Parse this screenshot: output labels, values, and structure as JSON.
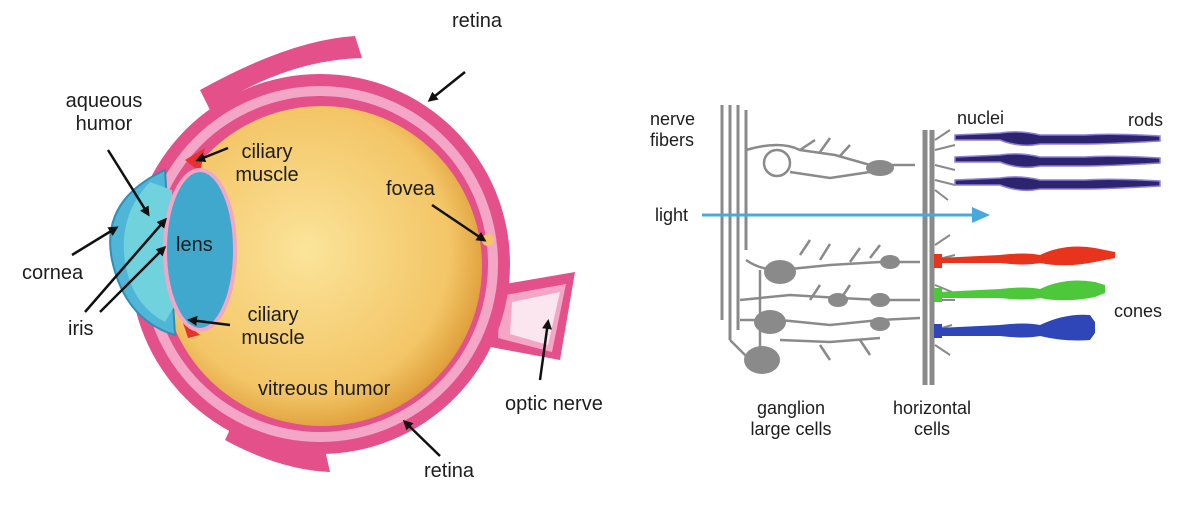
{
  "eye": {
    "labels": {
      "retina_top": "retina",
      "aqueous_line1": "aqueous",
      "aqueous_line2": "humor",
      "ciliary_top_line1": "ciliary",
      "ciliary_top_line2": "muscle",
      "fovea": "fovea",
      "lens": "lens",
      "cornea": "cornea",
      "iris": "iris",
      "ciliary_bottom_line1": "ciliary",
      "ciliary_bottom_line2": "muscle",
      "vitreous": "vitreous humor",
      "optic_nerve": "optic nerve",
      "retina_bottom": "retina"
    },
    "colors": {
      "sclera": "#e4508a",
      "sclera_light": "#f4a6c6",
      "vitreous": "#f3c566",
      "cornea": "#4fb6d8",
      "iris": "#5cc4d4",
      "lens": "#3fa8cc",
      "ciliary": "#e8322e"
    }
  },
  "retina": {
    "labels": {
      "nerve_line1": "nerve",
      "nerve_line2": "fibers",
      "nuclei": "nuclei",
      "rods": "rods",
      "light": "light",
      "cones": "cones",
      "ganglion_line1": "ganglion",
      "ganglion_line2": "large cells",
      "horizontal_line1": "horizontal",
      "horizontal_line2": "cells"
    },
    "colors": {
      "rod": "#2d2470",
      "cone_red": "#e8341c",
      "cone_green": "#4cc83a",
      "cone_blue": "#2e46b8",
      "light_arrow": "#4aa8e0",
      "neuron": "#8a8a8a"
    }
  }
}
